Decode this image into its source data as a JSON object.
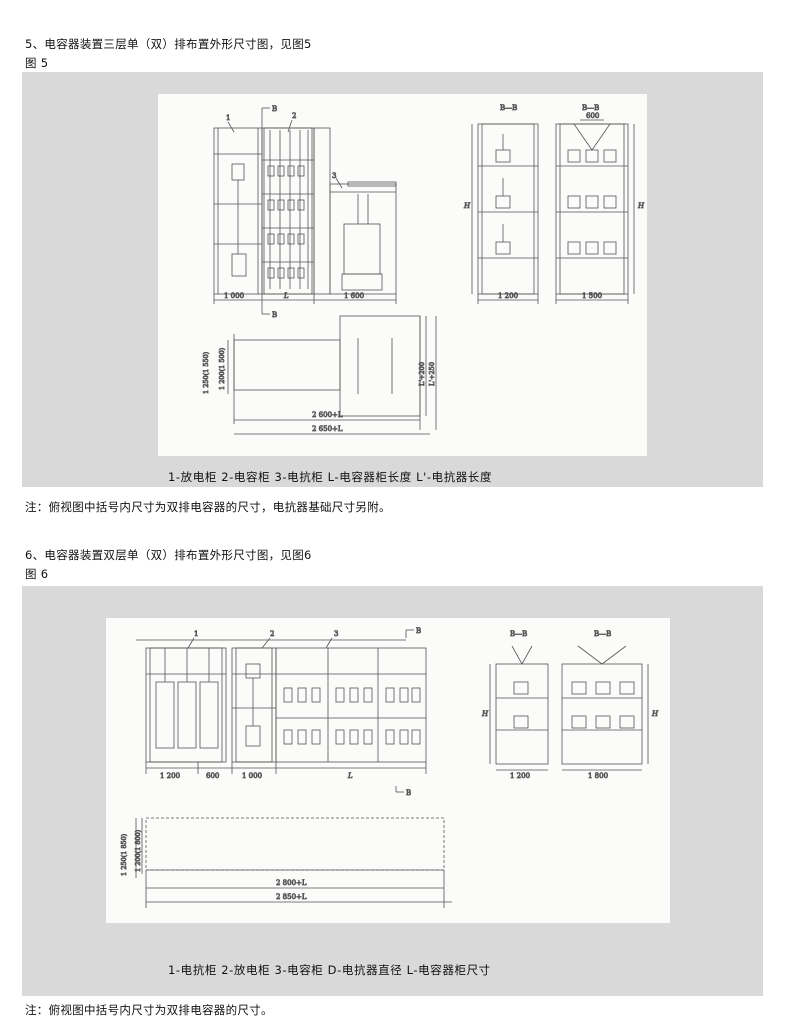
{
  "section5": {
    "heading": "5、电容器装置三层单（双）排布置外形尺寸图，见图5",
    "figure_label": "图  5",
    "labels": {
      "b_top": "B",
      "b_bottom": "B",
      "n1": "1",
      "n2": "2",
      "n3": "3",
      "dim_1000": "1 000",
      "dim_L": "L",
      "dim_1600": "1 600",
      "bb1": "B—B",
      "bb2": "B—B",
      "dim_600": "600",
      "H1": "H",
      "H2": "H",
      "dim_1200": "1 200",
      "dim_1500": "1 500",
      "v_1250": "1 250(1 550)",
      "v_1200": "1 200(1 500)",
      "v_L200": "L'+200",
      "v_L250": "L'+250",
      "dim_2600L": "2 600+L",
      "dim_2650L": "2 650+L"
    },
    "legend": "1-放电柜    2-电容柜    3-电抗柜   L-电容器柜长度    L'-电抗器长度",
    "note": "注：俯视图中括号内尺寸为双排电容器的尺寸，电抗器基础尺寸另附。"
  },
  "section6": {
    "heading": "6、电容器装置双层单（双）排布置外形尺寸图，见图6",
    "figure_label": "图  6",
    "labels": {
      "b_top": "B",
      "b_bottom": "B",
      "n1": "1",
      "n2": "2",
      "n3": "3",
      "dim_1200": "1 200",
      "dim_600": "600",
      "dim_1000": "1 000",
      "dim_L": "L",
      "bb1": "B—B",
      "bb2": "B—B",
      "H1": "H",
      "H2": "H",
      "dim_1200b": "1 200",
      "dim_1800": "1 800",
      "v_1250": "1 250(1 850)",
      "v_1200": "1 200(1 800)",
      "dim_2800L": "2 800+L",
      "dim_2850L": "2 850+L"
    },
    "legend": "1-电抗柜    2-放电柜    3-电容柜    D-电抗器直径    L-电容器柜尺寸",
    "note": "注：俯视图中括号内尺寸为双排电容器的尺寸。"
  }
}
